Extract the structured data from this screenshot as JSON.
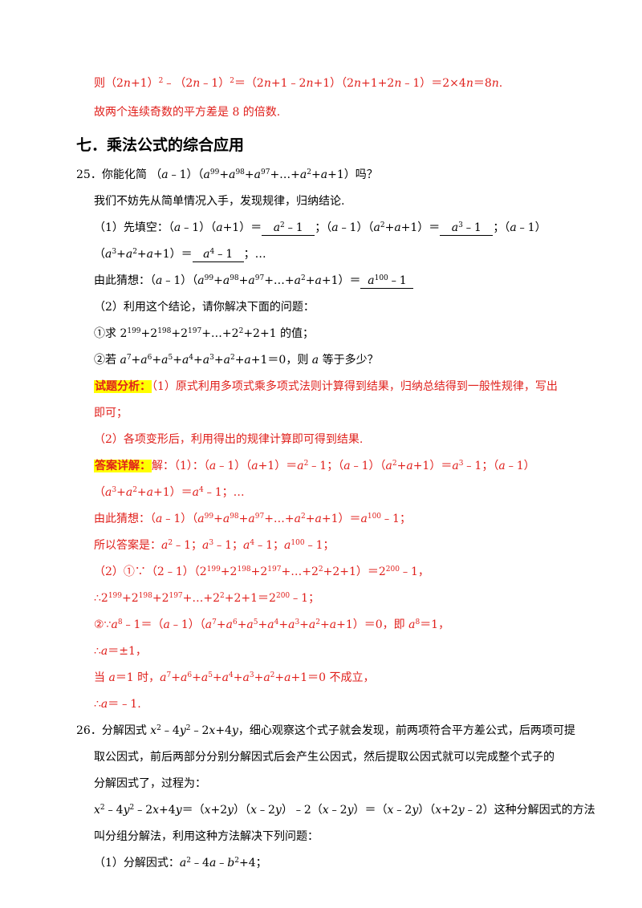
{
  "lines": [
    {
      "html": "则（2<i>n</i>+1）<sup>2</sup>﹣（2<i>n</i>﹣1）<sup>2</sup>＝（2<i>n</i>+1﹣2<i>n</i>+1）（2<i>n</i>+1+2<i>n</i>﹣1）＝2×4<i>n</i>＝8<i>n</i>."
    },
    {
      "html": "故两个连续奇数的平方差是 8 的倍数."
    },
    {
      "html": "七．乘法公式的综合应用"
    },
    {
      "html": "25．你能化简 （<i>a</i>﹣1）（<i>a</i><sup>99</sup>+<i>a</i><sup>98</sup>+<i>a</i><sup>97</sup>+…+<i>a</i><sup>2</sup>+<i>a</i>+1）吗？"
    },
    {
      "html": "我们不妨先从简单情况入手，发现规律，归纳结论."
    },
    {
      "html": "（1）先填空：（<i>a</i>﹣1）（<i>a</i>+1）＝<span class=\"blank\" style=\"width:66px\"><i>a</i><sup>2</sup>﹣1</span>；（<i>a</i>﹣1）（<i>a</i><sup>2</sup>+<i>a</i>+1）＝<span class=\"blank\" style=\"width:66px\"><i>a</i><sup>3</sup>﹣1</span>；（<i>a</i>﹣1）"
    },
    {
      "html": "（<i>a</i><sup>3</sup>+<i>a</i><sup>2</sup>+<i>a</i>+1）＝<span class=\"blank\" style=\"width:64px\"><i>a</i><sup>4</sup>﹣1</span>；…"
    },
    {
      "html": "由此猜想：（<i>a</i>﹣1）（<i>a</i><sup>99</sup>+<i>a</i><sup>98</sup>+<i>a</i><sup>97</sup>+…+<i>a</i><sup>2</sup>+<i>a</i>+1）＝<span class=\"blank\" style=\"width:66px\"><i>a</i><sup>100</sup>﹣1</span>"
    },
    {
      "html": "（2）利用这个结论，请你解决下面的问题："
    },
    {
      "html": "①求 2<sup>199</sup>+2<sup>198</sup>+2<sup>197</sup>+…+2<sup>2</sup>+2+1 的值；"
    },
    {
      "html": "②若 <i>a</i><sup>7</sup>+<i>a</i><sup>6</sup>+<i>a</i><sup>5</sup>+<i>a</i><sup>4</sup>+<i>a</i><sup>3</sup>+<i>a</i><sup>2</sup>+<i>a</i>+1＝0，则 <i>a</i> 等于多少？"
    },
    {
      "html": "<span class=\"hl\">试题分析：</span>（1）原式利用多项式乘多项式法则计算得到结果，归纳总结得到一般性规律，写出"
    },
    {
      "html": "即可；"
    },
    {
      "html": "（2）各项变形后，利用得出的规律计算即可得到结果."
    },
    {
      "html": "<span class=\"hl\">答案详解：</span>解：（1）：（<i>a</i>﹣1）（<i>a</i>+1）＝<i>a</i><sup>2</sup>﹣1；（<i>a</i>﹣1）（<i>a</i><sup>2</sup>+<i>a</i>+1）＝<i>a</i><sup>3</sup>﹣1；（<i>a</i>﹣1）"
    },
    {
      "html": "（<i>a</i><sup>3</sup>+<i>a</i><sup>2</sup>+<i>a</i>+1）＝<i>a</i><sup>4</sup>﹣1；…"
    },
    {
      "html": "由此猜想：（<i>a</i>﹣1）（<i>a</i><sup>99</sup>+<i>a</i><sup>98</sup>+<i>a</i><sup>97</sup>+…+<i>a</i><sup>2</sup>+<i>a</i>+1）＝<i>a</i><sup>100</sup>﹣1；"
    },
    {
      "html": "所以答案是：<i>a</i><sup>2</sup>﹣1；<i>a</i><sup>3</sup>﹣1；<i>a</i><sup>4</sup>﹣1；<i>a</i><sup>100</sup>﹣1；"
    },
    {
      "html": "（2）①∵（2﹣1）（2<sup>199</sup>+2<sup>198</sup>+2<sup>197</sup>+…+2<sup>2</sup>+2+1）＝2<sup>200</sup>﹣1，"
    },
    {
      "html": "∴2<sup>199</sup>+2<sup>198</sup>+2<sup>197</sup>+…+2<sup>2</sup>+2+1＝2<sup>200</sup>﹣1；"
    },
    {
      "html": "②∵<i>a</i><sup>8</sup>﹣1＝（<i>a</i>﹣1）（<i>a</i><sup>7</sup>+<i>a</i><sup>6</sup>+<i>a</i><sup>5</sup>+<i>a</i><sup>4</sup>+<i>a</i><sup>3</sup>+<i>a</i><sup>2</sup>+<i>a</i>+1）＝0，即 <i>a</i><sup>8</sup>＝1，"
    },
    {
      "html": "∴<i>a</i>＝±1，"
    },
    {
      "html": "当 <i>a</i>＝1 时，<i>a</i><sup>7</sup>+<i>a</i><sup>6</sup>+<i>a</i><sup>5</sup>+<i>a</i><sup>4</sup>+<i>a</i><sup>3</sup>+<i>a</i><sup>2</sup>+<i>a</i>+1＝0 不成立，"
    },
    {
      "html": "∴<i>a</i>＝﹣1."
    },
    {
      "html": "26．分解因式 <i>x</i><sup>2</sup>﹣4<i>y</i><sup>2</sup>﹣2<i>x</i>+4<i>y</i>，细心观察这个式子就会发现，前两项符合平方差公式，后两项可提"
    },
    {
      "html": "取公因式，前后两部分分别分解因式后会产生公因式，然后提取公因式就可以完成整个式子的"
    },
    {
      "html": "分解因式了，过程为："
    },
    {
      "html": "<i>x</i><sup>2</sup>﹣4<i>y</i><sup>2</sup>﹣2<i>x</i>+4<i>y</i>＝（<i>x</i>+2<i>y</i>）（<i>x</i>﹣2<i>y</i>）﹣2（<i>x</i>﹣2<i>y</i>）＝（<i>x</i>﹣2<i>y</i>）（<i>x</i>+2<i>y</i>﹣2）这种分解因式的方法"
    },
    {
      "html": "叫分组分解法，利用这种方法解决下列问题："
    },
    {
      "html": "（1）分解因式：<i>a</i><sup>2</sup>﹣4<i>a</i>﹣<i>b</i><sup>2</sup>+4；"
    }
  ]
}
